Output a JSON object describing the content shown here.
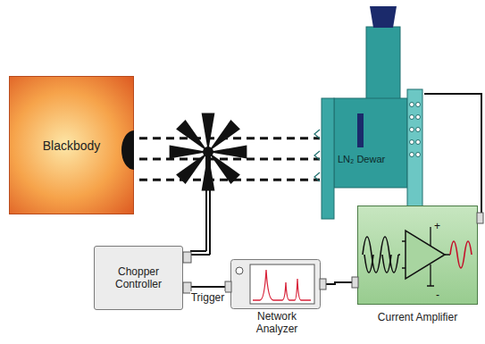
{
  "diagram": {
    "nodes": [
      {
        "text": [
          "Blackbody"
        ]
      },
      {
        "text": [
          "LN₂ Dewar"
        ]
      },
      {
        "text": [
          "Chopper Controller"
        ]
      },
      {
        "text": [
          "Network Analyzer"
        ]
      },
      {
        "text": [
          "Current Amplifier"
        ]
      }
    ],
    "edges": [
      {
        "from": 0,
        "to": 1,
        "arrow": "none"
      },
      {
        "from": 2,
        "to": 3,
        "label": "Trigger",
        "arrow": "none"
      },
      {
        "from": 3,
        "to": 4,
        "arrow": "none"
      },
      {
        "from": 1,
        "to": 4,
        "arrow": "none"
      }
    ],
    "labels": [
      "+",
      "-"
    ]
  }
}
